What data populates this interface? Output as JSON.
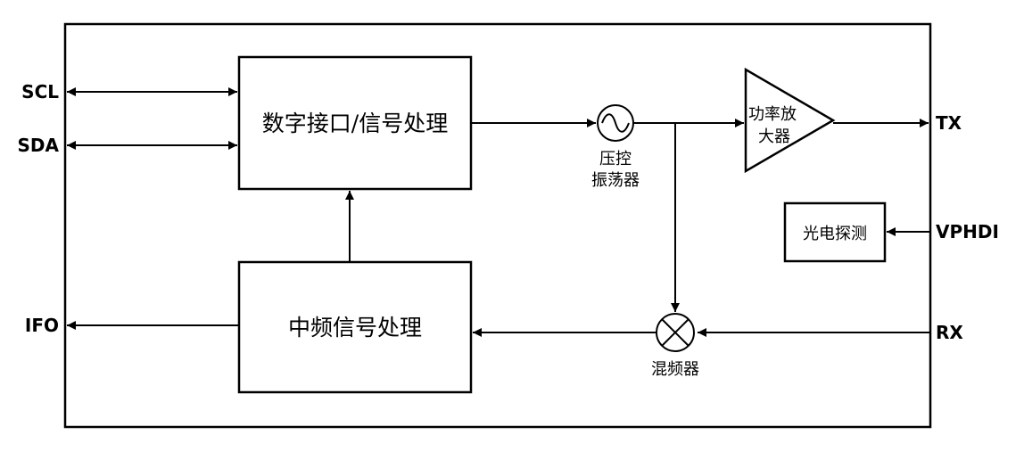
{
  "pins": {
    "scl": "SCL",
    "sda": "SDA",
    "ifo": "IFO",
    "tx": "TX",
    "vphdi": "VPHDI",
    "rx": "RX"
  },
  "blocks": {
    "digital": "数字接口/信号处理",
    "if_proc": "中频信号处理",
    "pd": "光电探测"
  },
  "components": {
    "vco_line1": "压控",
    "vco_line2": "振荡器",
    "mixer": "混频器",
    "pa_line1": "功率放",
    "pa_line2": "大器"
  }
}
